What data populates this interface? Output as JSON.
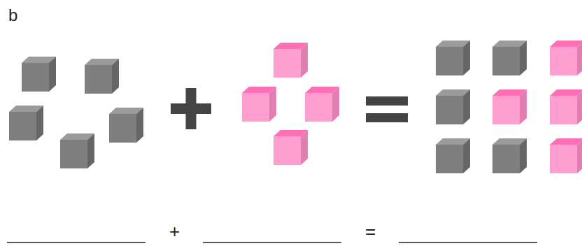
{
  "diagram": {
    "labels": [
      "b",
      "+",
      "="
    ]
  }
}
